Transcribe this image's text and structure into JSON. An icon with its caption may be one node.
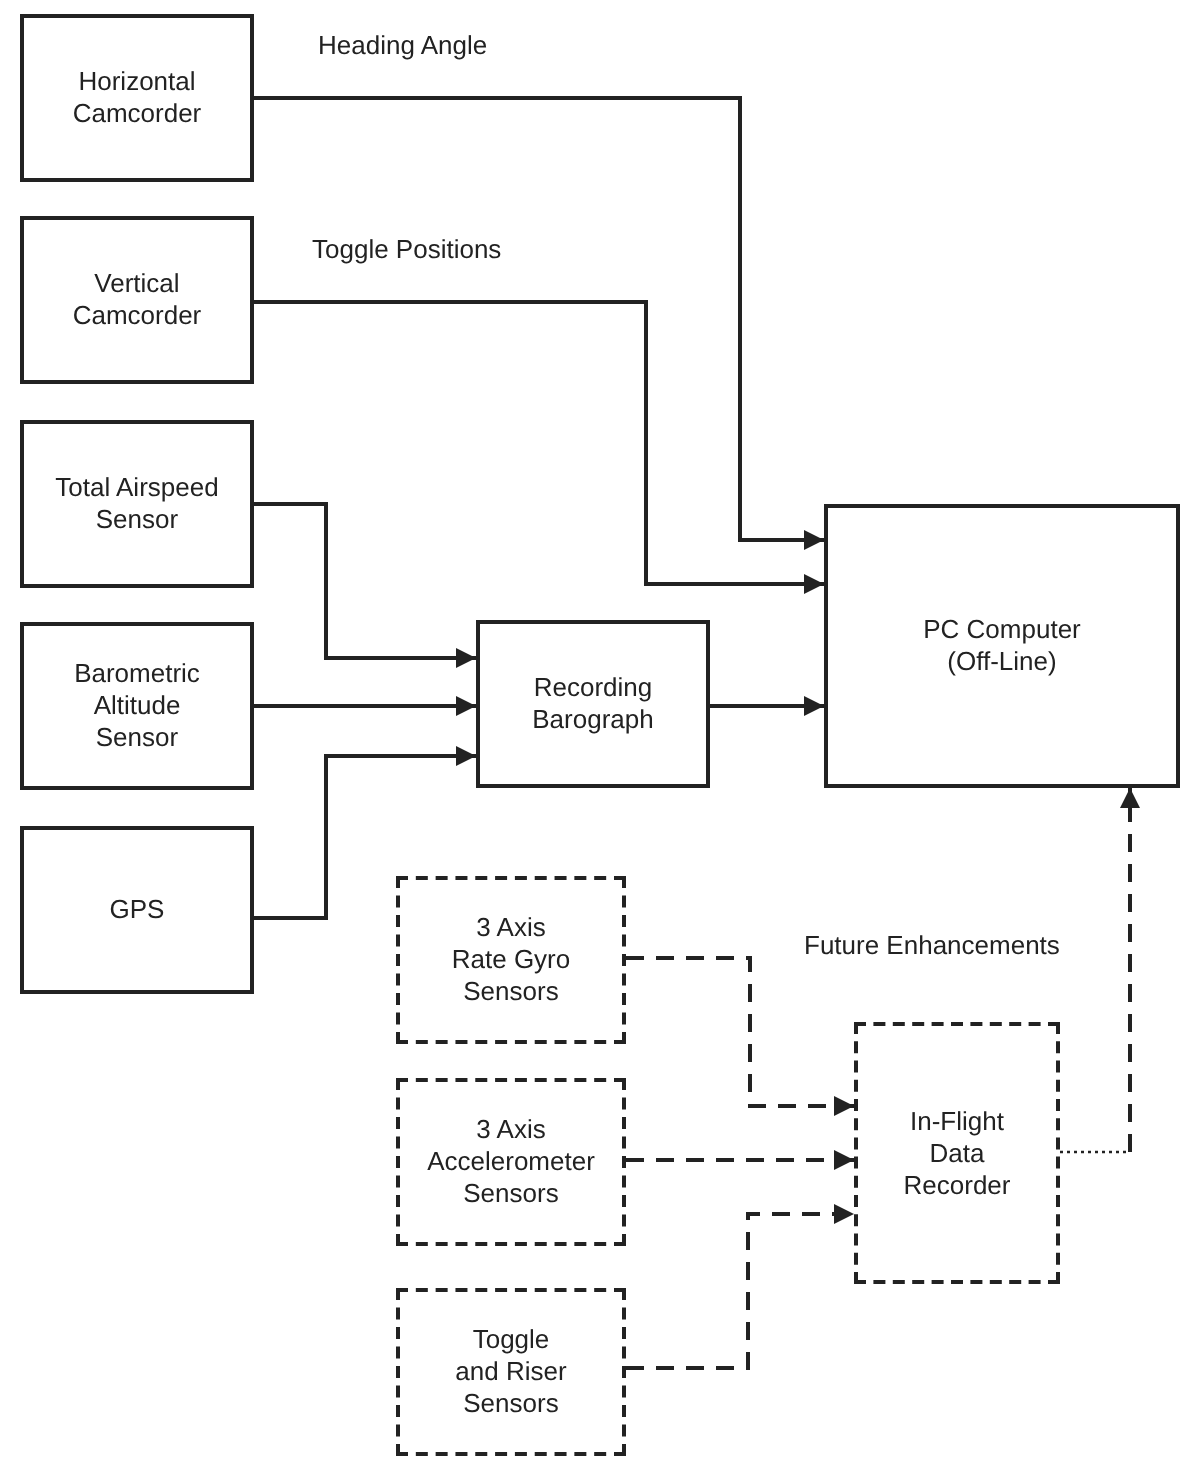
{
  "diagram": {
    "nodes": [
      {
        "text": [
          "Horizontal Camcorder"
        ]
      },
      {
        "text": [
          "Vertical Camcorder"
        ]
      },
      {
        "text": [
          "Total Airspeed Sensor"
        ]
      },
      {
        "text": [
          "Barometric Altitude Sensor"
        ]
      },
      {
        "text": [
          "GPS"
        ]
      },
      {
        "text": [
          "Recording Barograph"
        ]
      },
      {
        "text": [
          "PC Computer (Off-Line)"
        ]
      },
      {
        "text": [
          "3 Axis Rate Gyro Sensors"
        ]
      },
      {
        "text": [
          "3 Axis Accelerometer Sensors"
        ]
      },
      {
        "text": [
          "Toggle and Riser Sensors"
        ]
      },
      {
        "text": [
          "In-Flight Data Recorder"
        ]
      }
    ],
    "edges": [
      {
        "from": 0,
        "to": 6,
        "arrow": "to",
        "label": "Heading Angle"
      },
      {
        "from": 1,
        "to": 6,
        "arrow": "to",
        "label": "Toggle Positions"
      },
      {
        "from": 2,
        "to": 5,
        "arrow": "to"
      },
      {
        "from": 3,
        "to": 5,
        "arrow": "to"
      },
      {
        "from": 4,
        "to": 5,
        "arrow": "to"
      },
      {
        "from": 5,
        "to": 6,
        "arrow": "to"
      },
      {
        "from": 7,
        "to": 10,
        "arrow": "to",
        "style": "dashed"
      },
      {
        "from": 8,
        "to": 10,
        "arrow": "to",
        "style": "dashed"
      },
      {
        "from": 9,
        "to": 10,
        "arrow": "to",
        "style": "dashed"
      },
      {
        "from": 10,
        "to": 6,
        "arrow": "to",
        "style": "dashed",
        "label": "Future Enhancements"
      }
    ]
  }
}
